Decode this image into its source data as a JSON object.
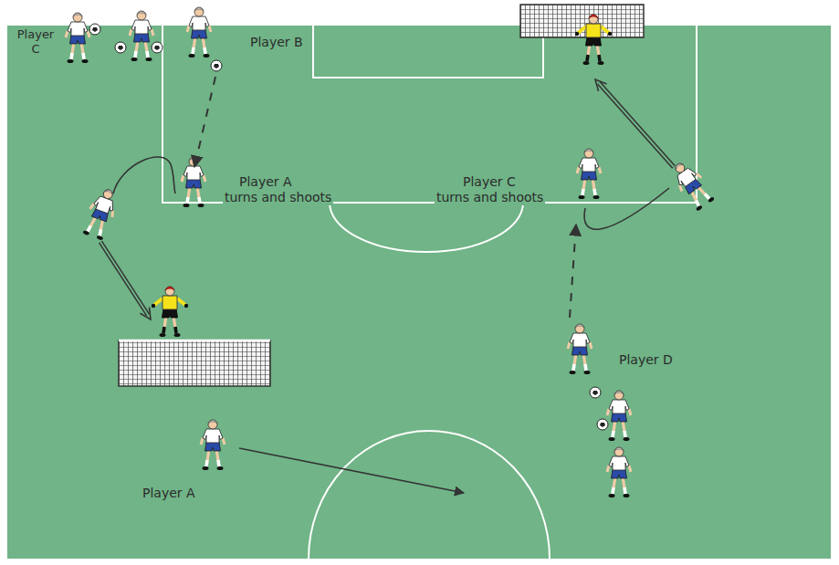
{
  "diagram": {
    "labels": [
      "Player C",
      "Player B",
      "Player A",
      "turns and shoots",
      "Player C",
      "turns and shoots",
      "Player D",
      "Player A"
    ]
  }
}
